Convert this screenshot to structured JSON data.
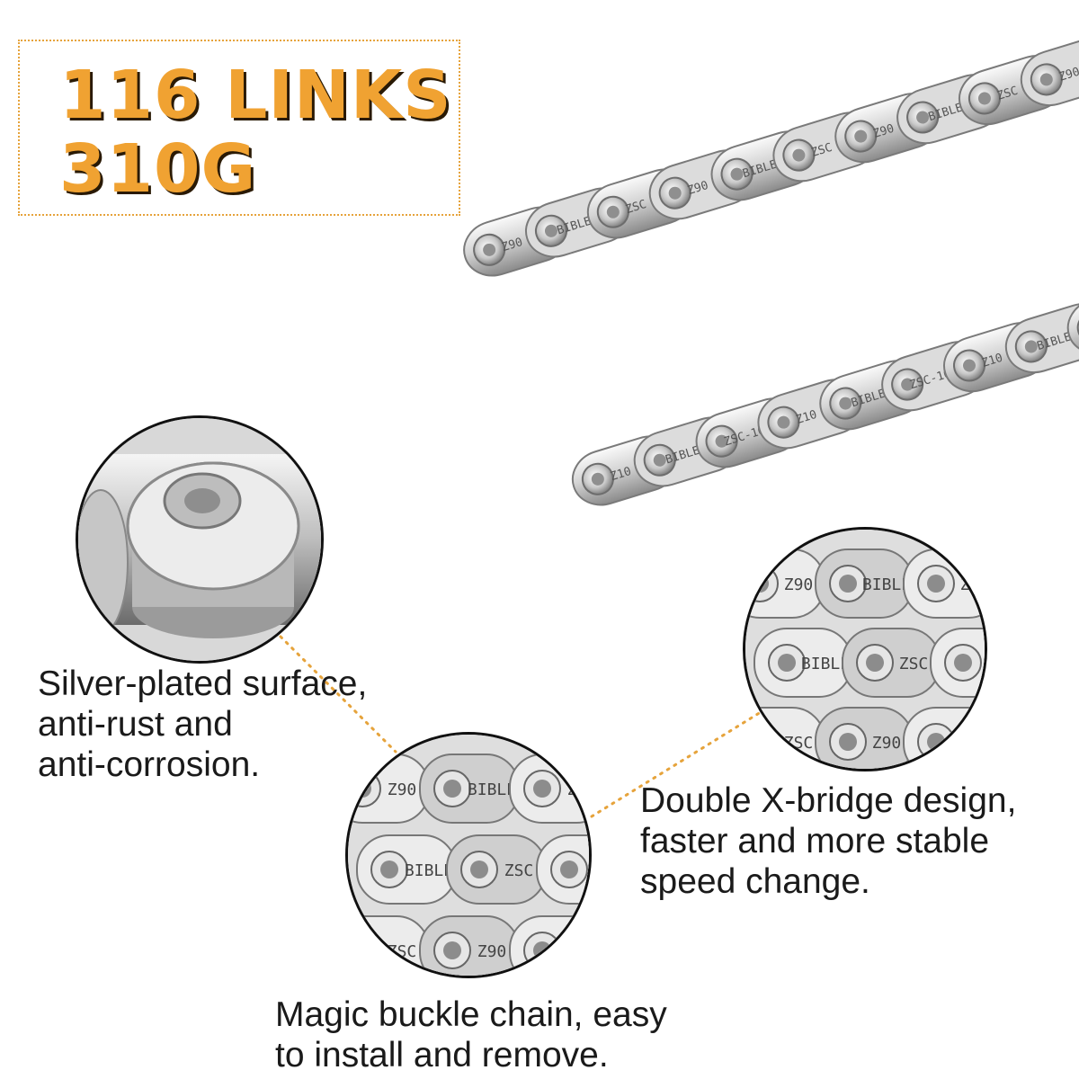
{
  "headline": {
    "line1": "116 LINKS",
    "line2": "310G"
  },
  "chain": {
    "markings": {
      "upper": [
        "Z90",
        "BIBLE",
        "ZSC"
      ],
      "lower": [
        "Z10",
        "BIBLE",
        "ZSC-10"
      ]
    }
  },
  "features": [
    {
      "lines": [
        "Silver-plated surface,",
        "anti-rust and",
        "anti-corrosion."
      ]
    },
    {
      "lines": [
        "Magic buckle chain, easy",
        "to install and remove."
      ]
    },
    {
      "lines": [
        "Double X-bridge design,",
        "faster and more stable",
        "speed change."
      ]
    }
  ],
  "colors": {
    "accent": "#f0a232",
    "dotted_line": "#e6a33b",
    "steel_light": "#f2f2f2",
    "steel_mid": "#b9b9b9",
    "steel_dark": "#6f6f6f"
  }
}
